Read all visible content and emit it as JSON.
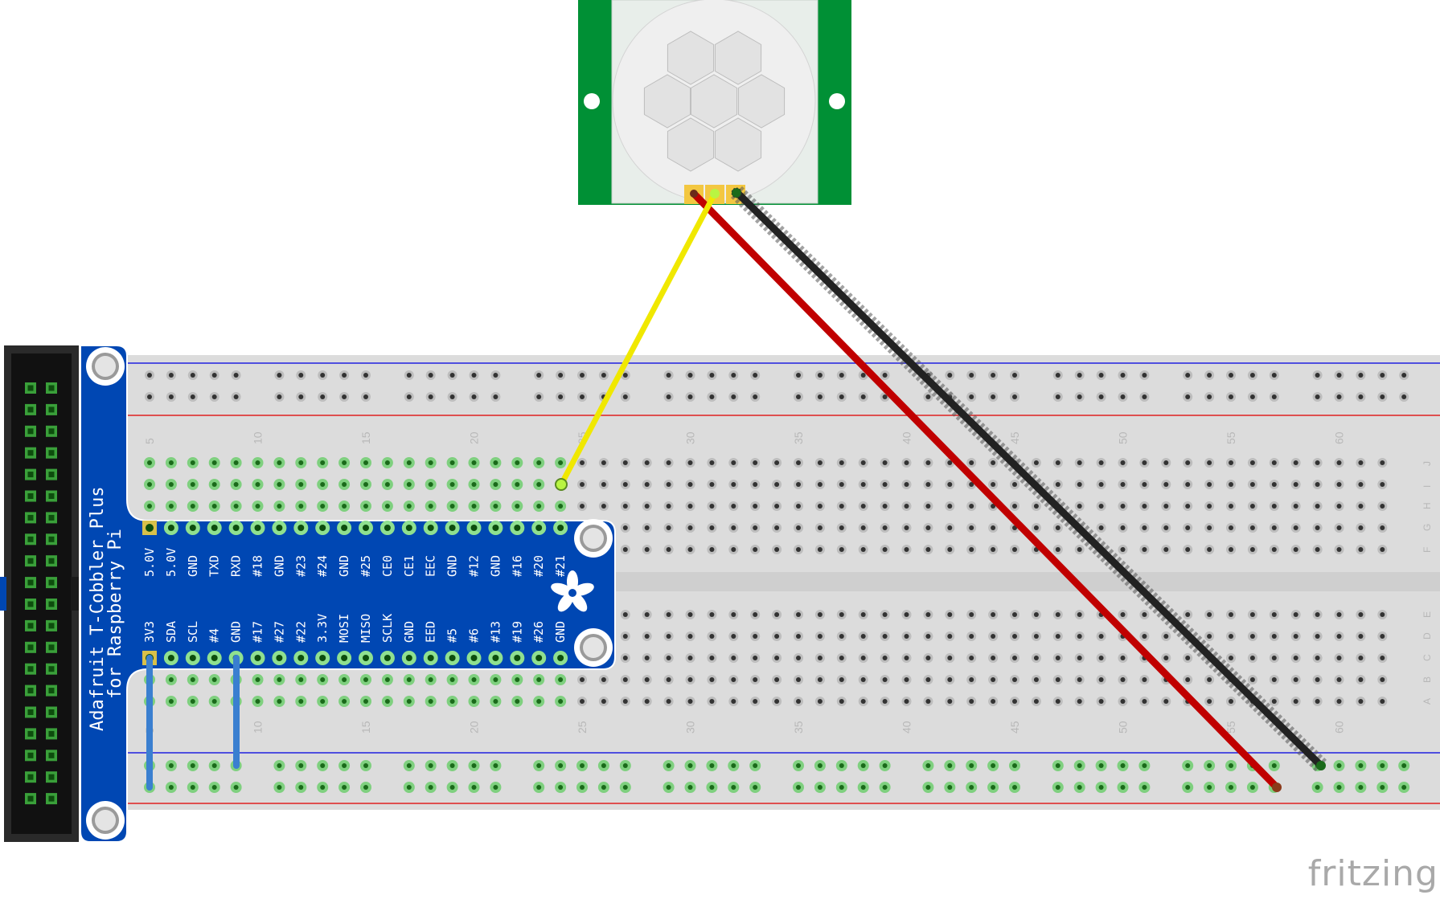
{
  "cobbler": {
    "title_line1": "Adafruit T-Cobbler Plus",
    "title_line2": "for Raspberry Pi",
    "top_labels": [
      "5.0V",
      "5.0V",
      "GND",
      "TXD",
      "RXD",
      "#18",
      "GND",
      "#23",
      "#24",
      "GND",
      "#25",
      "CE0",
      "CE1",
      "EEC",
      "GND",
      "#12",
      "GND",
      "#16",
      "#20",
      "#21"
    ],
    "bottom_labels": [
      "3V3",
      "SDA",
      "SCL",
      "#4",
      "GND",
      "#17",
      "#27",
      "#22",
      "3.3V",
      "MOSI",
      "MISO",
      "SCLK",
      "GND",
      "EED",
      "#5",
      "#6",
      "#13",
      "#19",
      "#26",
      "GND"
    ]
  },
  "breadboard": {
    "column_numbers": [
      "5",
      "10",
      "15",
      "20",
      "25",
      "30",
      "35",
      "40",
      "45",
      "50",
      "55",
      "60"
    ],
    "row_letters_top": [
      "J",
      "I",
      "H",
      "G",
      "F"
    ],
    "row_letters_bottom": [
      "E",
      "D",
      "C",
      "B",
      "A"
    ]
  },
  "wires": [
    {
      "name": "signal-wire",
      "color": "#f0e800"
    },
    {
      "name": "power-wire",
      "color": "#c00000"
    },
    {
      "name": "ground-wire",
      "color": "#222222"
    },
    {
      "name": "jumper-3v3",
      "color": "#3a7fd0"
    },
    {
      "name": "jumper-gnd",
      "color": "#3a7fd0"
    }
  ],
  "logo": "fritzing",
  "colors": {
    "cobbler_blue": "#0047b3",
    "sensor_green": "#009035",
    "breadboard_gray": "#dcdcdc",
    "rail_red": "#e02020",
    "rail_blue": "#2020e0"
  }
}
